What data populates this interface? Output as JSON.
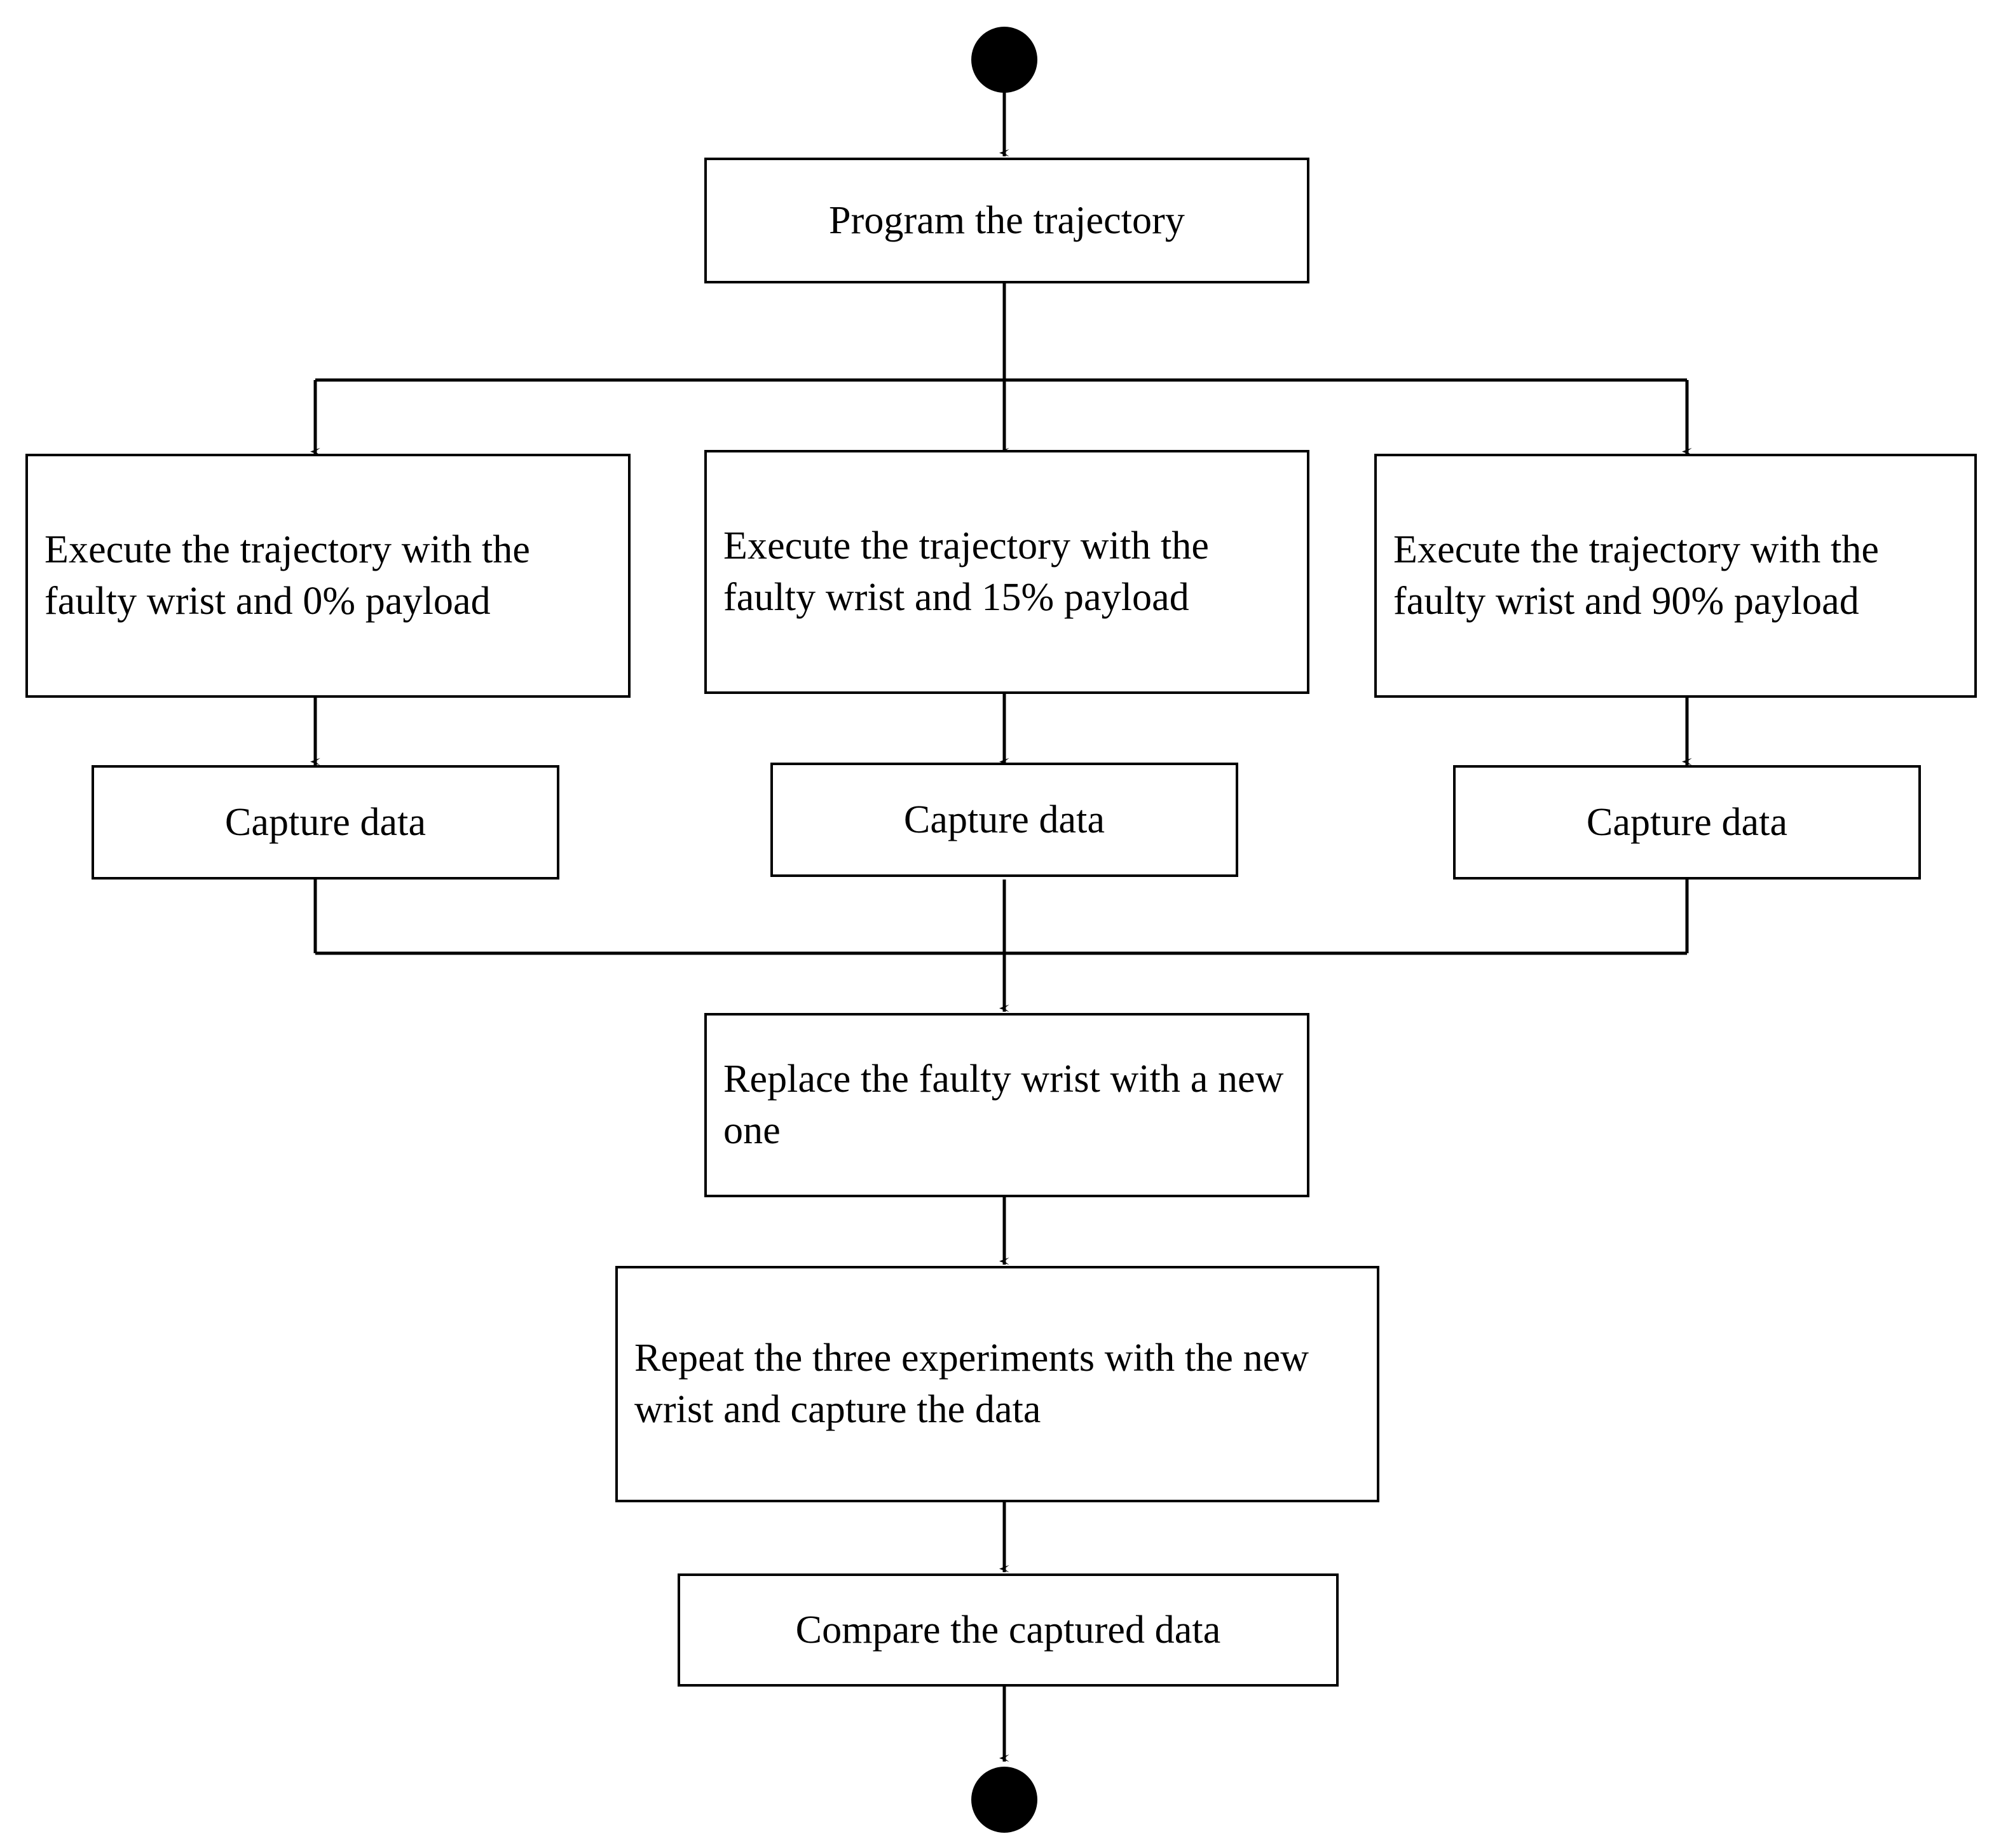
{
  "diagram": {
    "type": "activity-flowchart",
    "orientation": "top-to-bottom",
    "background_color": "#ffffff",
    "stroke_color": "#000000",
    "nodes": {
      "start": {
        "kind": "initial-node",
        "label": ""
      },
      "program": {
        "kind": "action",
        "label": "Program the trajectory"
      },
      "exec_0": {
        "kind": "action",
        "label": "Execute the trajectory with the faulty wrist and 0% payload"
      },
      "exec_15": {
        "kind": "action",
        "label": "Execute the trajectory with the faulty wrist and 15% payload"
      },
      "exec_90": {
        "kind": "action",
        "label": "Execute the trajectory with the faulty wrist and 90% payload"
      },
      "capture_left": {
        "kind": "action",
        "label": "Capture data"
      },
      "capture_middle": {
        "kind": "action",
        "label": "Capture data"
      },
      "capture_right": {
        "kind": "action",
        "label": "Capture data"
      },
      "replace": {
        "kind": "action",
        "label": "Replace the faulty wrist with a new one"
      },
      "repeat": {
        "kind": "action",
        "label": "Repeat the three experiments with the new wrist and capture the data"
      },
      "compare": {
        "kind": "action",
        "label": "Compare the captured data"
      },
      "end": {
        "kind": "final-node",
        "label": ""
      }
    },
    "flow_sequence": [
      "start",
      "program",
      "fork",
      "exec_0 / exec_15 / exec_90",
      "capture_left / capture_middle / capture_right",
      "join",
      "replace",
      "repeat",
      "compare",
      "end"
    ],
    "payload_levels": [
      "0%",
      "15%",
      "90%"
    ],
    "branch_count": 3
  }
}
